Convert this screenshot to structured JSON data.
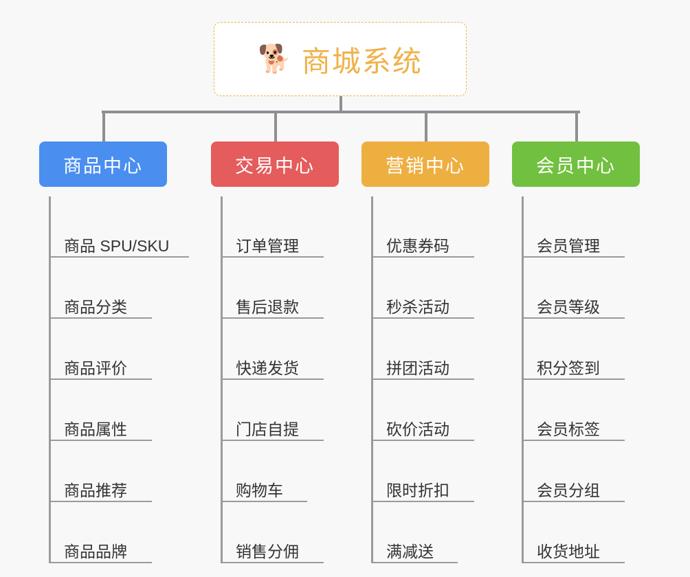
{
  "root": {
    "icon": "shiba-dog-emoji",
    "emoji": "🐕",
    "title": "商城系统",
    "border_color": "#f0b24a",
    "title_color": "#f0b24a"
  },
  "connector_color": "#8f8f8f",
  "background_color": "#f8f8f8",
  "branches": [
    {
      "title": "商品中心",
      "color": "#4a8ef0",
      "items": [
        {
          "label": "商品 SPU/SKU",
          "rule_width": 204
        },
        {
          "label": "商品分类",
          "rule_width": 150
        },
        {
          "label": "商品评价",
          "rule_width": 150
        },
        {
          "label": "商品属性",
          "rule_width": 150
        },
        {
          "label": "商品推荐",
          "rule_width": 150
        },
        {
          "label": "商品品牌",
          "rule_width": 150
        }
      ]
    },
    {
      "title": "交易中心",
      "color": "#e55c5c",
      "items": [
        {
          "label": "订单管理",
          "rule_width": 150
        },
        {
          "label": "售后退款",
          "rule_width": 150
        },
        {
          "label": "快递发货",
          "rule_width": 150
        },
        {
          "label": "门店自提",
          "rule_width": 150
        },
        {
          "label": "购物车",
          "rule_width": 126
        },
        {
          "label": "销售分佣",
          "rule_width": 150
        }
      ]
    },
    {
      "title": "营销中心",
      "color": "#eeaf41",
      "items": [
        {
          "label": "优惠券码",
          "rule_width": 150
        },
        {
          "label": "秒杀活动",
          "rule_width": 150
        },
        {
          "label": "拼团活动",
          "rule_width": 150
        },
        {
          "label": "砍价活动",
          "rule_width": 150
        },
        {
          "label": "限时折扣",
          "rule_width": 150
        },
        {
          "label": "满减送",
          "rule_width": 126
        }
      ]
    },
    {
      "title": "会员中心",
      "color": "#72c040",
      "items": [
        {
          "label": "会员管理",
          "rule_width": 150
        },
        {
          "label": "会员等级",
          "rule_width": 150
        },
        {
          "label": "积分签到",
          "rule_width": 150
        },
        {
          "label": "会员标签",
          "rule_width": 150
        },
        {
          "label": "会员分组",
          "rule_width": 150
        },
        {
          "label": "收货地址",
          "rule_width": 150
        }
      ]
    }
  ]
}
